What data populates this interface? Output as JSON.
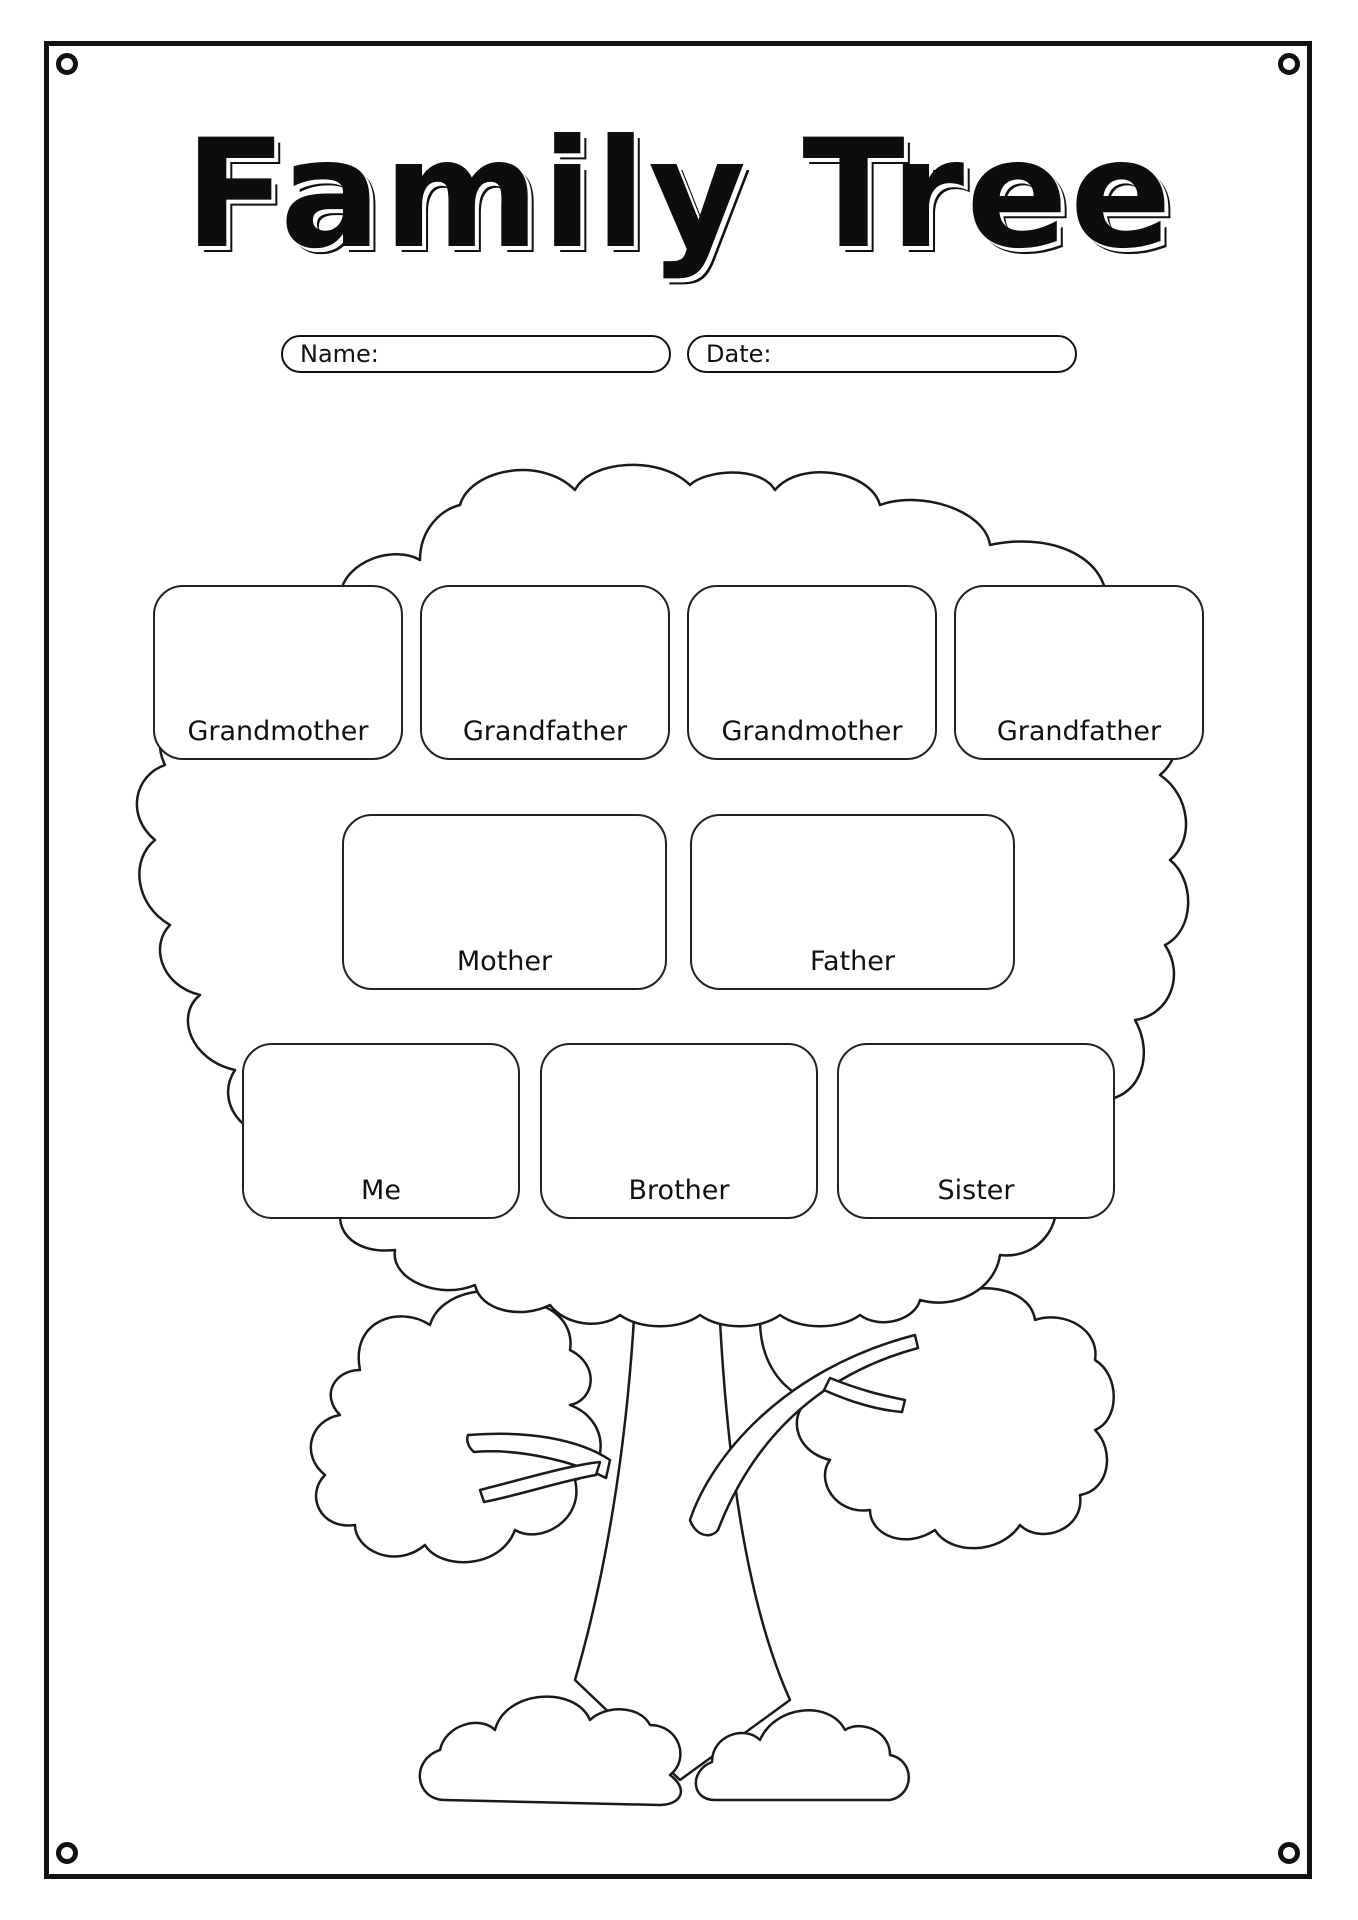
{
  "worksheet": {
    "title": "Family Tree",
    "name_label": "Name:",
    "date_label": "Date:"
  },
  "grandparents": [
    {
      "label": "Grandmother"
    },
    {
      "label": "Grandfather"
    },
    {
      "label": "Grandmother"
    },
    {
      "label": "Grandfather"
    }
  ],
  "parents": [
    {
      "label": "Mother"
    },
    {
      "label": "Father"
    }
  ],
  "siblings": [
    {
      "label": "Me"
    },
    {
      "label": "Brother"
    },
    {
      "label": "Sister"
    }
  ],
  "colors": {
    "ink": "#111111",
    "paper": "#ffffff"
  }
}
